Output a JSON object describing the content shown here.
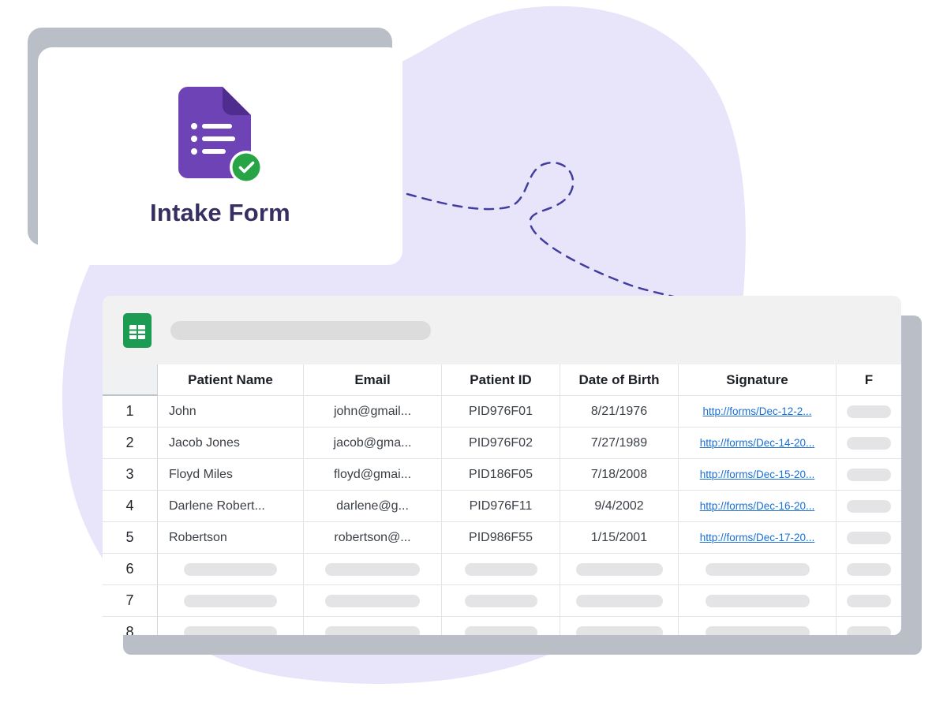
{
  "card": {
    "title": "Intake Form"
  },
  "icons": {
    "form_icon": "google-forms-document",
    "check_badge": "check-circle",
    "sheet_icon": "google-sheets-grid"
  },
  "colors": {
    "forms_purple": "#6d43b5",
    "forms_fold_purple": "#4e2d8e",
    "check_green": "#27a546",
    "sheets_green": "#1c9c52",
    "link_blue": "#1a6fd4",
    "blob_lavender": "#e8e4f9",
    "shadow_gray": "#b9bec7",
    "title_ink": "#353061",
    "connector_indigo": "#413e9e"
  },
  "sheet": {
    "headers": {
      "name": "Patient Name",
      "email": "Email",
      "pid": "Patient ID",
      "dob": "Date of Birth",
      "signature": "Signature",
      "f": "F"
    },
    "rows": [
      {
        "num": "1",
        "name": "John",
        "email": "john@gmail...",
        "pid": "PID976F01",
        "dob": "8/21/1976",
        "link": "http://forms/Dec-12-2..."
      },
      {
        "num": "2",
        "name": "Jacob Jones",
        "email": "jacob@gma...",
        "pid": "PID976F02",
        "dob": "7/27/1989",
        "link": "http://forms/Dec-14-20..."
      },
      {
        "num": "3",
        "name": "Floyd Miles",
        "email": "floyd@gmai...",
        "pid": "PID186F05",
        "dob": "7/18/2008",
        "link": "http://forms/Dec-15-20..."
      },
      {
        "num": "4",
        "name": "Darlene Robert...",
        "email": "darlene@g...",
        "pid": "PID976F11",
        "dob": "9/4/2002",
        "link": "http://forms/Dec-16-20..."
      },
      {
        "num": "5",
        "name": "Robertson",
        "email": "robertson@...",
        "pid": "PID986F55",
        "dob": "1/15/2001",
        "link": "http://forms/Dec-17-20..."
      },
      {
        "num": "6"
      },
      {
        "num": "7"
      },
      {
        "num": "8"
      }
    ]
  }
}
